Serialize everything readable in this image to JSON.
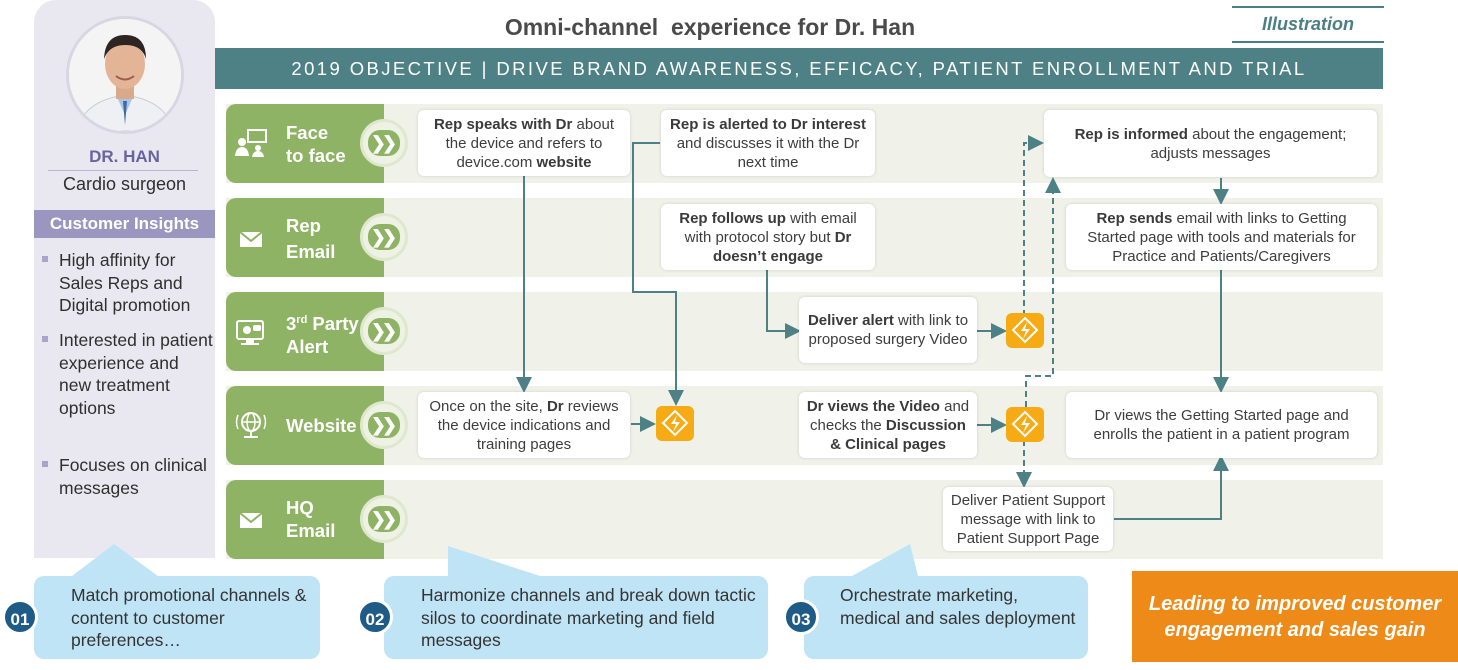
{
  "title": "Omni-channel  experience for Dr. Han",
  "tag": "Illustration",
  "objective": "2019 OBJECTIVE | DRIVE BRAND AWARENESS, EFFICACY, PATIENT ENROLLMENT AND TRIAL",
  "profile": {
    "name": "DR. HAN",
    "role": "Cardio surgeon",
    "insights_title": "Customer Insights",
    "insights": [
      "High affinity for Sales Reps and Digital promotion",
      "Interested in patient experience and new treatment options",
      "Focuses on clinical messages"
    ]
  },
  "lanes": [
    {
      "line1": "Face",
      "line2": "to face",
      "icon": "face-to-face-icon"
    },
    {
      "line1": "Rep",
      "line2": "Email",
      "icon": "email-icon"
    },
    {
      "line1": "3rd Party",
      "line2": "Alert",
      "icon": "alert-screen-icon"
    },
    {
      "line1": "Website",
      "line2": "",
      "icon": "globe-icon"
    },
    {
      "line1": "HQ",
      "line2": "Email",
      "icon": "email-icon"
    }
  ],
  "boxes": {
    "b1": {
      "b1": "Rep speaks with Dr",
      "t1": " about the device and refers to device.com ",
      "b2": "website",
      "t2": ""
    },
    "b2": {
      "b1": "Rep is alerted to Dr interest",
      "t1": " and discusses it with the Dr next time",
      "b2": "",
      "t2": ""
    },
    "b3": {
      "b1": "Rep is informed",
      "t1": " about the engagement; adjusts messages",
      "b2": "",
      "t2": ""
    },
    "b4": {
      "b1": "Rep follows up",
      "t1": " with email with protocol story but ",
      "b2": "Dr doesn’t engage",
      "t2": ""
    },
    "b5": {
      "b1": "Rep sends",
      "t1": " email with links to Getting Started page with tools and materials for Practice and Patients/Caregivers",
      "b2": "",
      "t2": ""
    },
    "b6": {
      "b1": "Deliver alert",
      "t1": " with link to proposed surgery Video",
      "b2": "",
      "t2": ""
    },
    "b7": {
      "b1": "",
      "t1": "Once on the site, ",
      "b2": "Dr",
      "t2": " reviews the device indications and training pages"
    },
    "b8": {
      "b1": "Dr views the Video",
      "t1": " and checks the ",
      "b2": "Discussion & Clinical pages",
      "t2": ""
    },
    "b9": {
      "b1": "",
      "t1": "Dr views the Getting Started page and enrolls the patient in a patient program",
      "b2": "",
      "t2": ""
    },
    "b10": {
      "b1": "",
      "t1": "Deliver Patient Support message with link to Patient Support Page",
      "b2": "",
      "t2": ""
    }
  },
  "bottom": [
    {
      "num": "01",
      "text": "Match promotional channels & content to customer preferences…"
    },
    {
      "num": "02",
      "text": "Harmonize channels and break down tactic silos to coordinate marketing and field messages"
    },
    {
      "num": "03",
      "text": "Orchestrate marketing, medical and sales deployment"
    }
  ],
  "result": "Leading to improved customer engagement and sales gain",
  "colors": {
    "lane_green": "#8fb364",
    "teal": "#4d8185",
    "orange": "#ee8a17",
    "alert": "#f6aa14",
    "bubble": "#bfe4f6",
    "num": "#1e5b86"
  }
}
